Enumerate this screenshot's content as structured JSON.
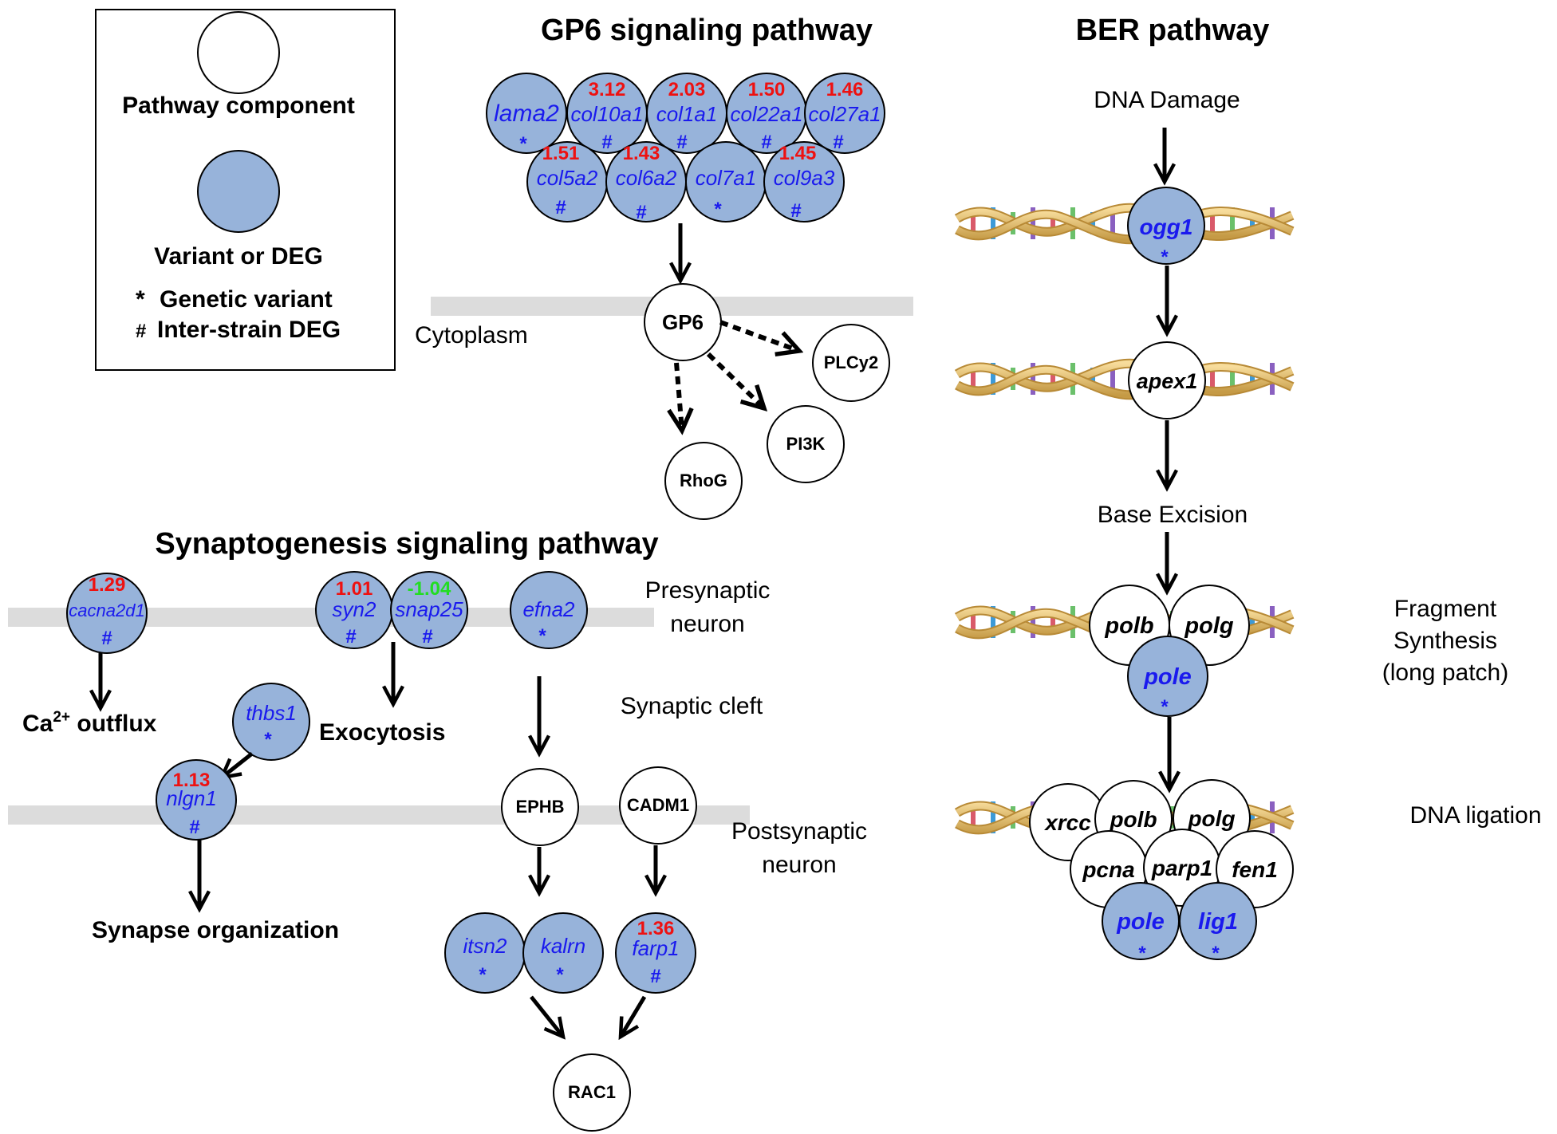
{
  "legend": {
    "pathway_component": "Pathway component",
    "variant_or_deg": "Variant or DEG",
    "genetic_variant_symbol": "*",
    "genetic_variant": "Genetic variant",
    "deg_symbol": "#",
    "inter_strain_deg": "Inter-strain DEG"
  },
  "colors": {
    "variant_fill": "#97b3da",
    "component_fill": "#ffffff",
    "upregulated": "#ee1111",
    "downregulated": "#22dd22",
    "gene_text": "#1a1aee",
    "membrane": "#dcdcdc"
  },
  "gp6": {
    "title": "GP6 signaling pathway",
    "cytoplasm": "Cytoplasm",
    "genes": {
      "lama2": {
        "name": "lama2",
        "mark": "*"
      },
      "col10a1": {
        "name": "col10a1",
        "fc": "3.12",
        "mark": "#"
      },
      "col1a1": {
        "name": "col1a1",
        "fc": "2.03",
        "mark": "#"
      },
      "col22a1": {
        "name": "col22a1",
        "fc": "1.50",
        "mark": "#"
      },
      "col27a1": {
        "name": "col27a1",
        "fc": "1.46",
        "mark": "#"
      },
      "col5a2": {
        "name": "col5a2",
        "fc": "1.51",
        "mark": "#"
      },
      "col6a2": {
        "name": "col6a2",
        "fc": "1.43",
        "mark": "#"
      },
      "col7a1": {
        "name": "col7a1",
        "mark": "*"
      },
      "col9a3": {
        "name": "col9a3",
        "fc": "1.45",
        "mark": "#"
      }
    },
    "gp6": "GP6",
    "plcy2": "PLCy2",
    "pi3k": "PI3K",
    "rhog": "RhoG"
  },
  "ber": {
    "title": "BER pathway",
    "dna_damage": "DNA Damage",
    "base_excision": "Base Excision",
    "fragment_synthesis": [
      "Fragment",
      "Synthesis",
      "(long patch)"
    ],
    "dna_ligation": "DNA ligation",
    "ogg1": {
      "name": "ogg1",
      "mark": "*"
    },
    "apex1": "apex1",
    "synthesis": {
      "polb": "polb",
      "polg": "polg",
      "pole": {
        "name": "pole",
        "mark": "*"
      }
    },
    "ligation": {
      "xrcc": "xrcc",
      "polb": "polb",
      "polg": "polg",
      "pcna": "pcna",
      "parp1": "parp1",
      "fen1": "fen1",
      "pole": {
        "name": "pole",
        "mark": "*"
      },
      "lig1": {
        "name": "lig1",
        "mark": "*"
      }
    }
  },
  "syn": {
    "title": "Synaptogenesis signaling pathway",
    "presynaptic": [
      "Presynaptic",
      "neuron"
    ],
    "cleft": "Synaptic cleft",
    "postsynaptic": [
      "Postsynaptic",
      "neuron"
    ],
    "ca_outflux": {
      "pre": "Ca",
      "sup": "2+",
      "post": " outflux"
    },
    "exocytosis": "Exocytosis",
    "synapse_org": "Synapse organization",
    "genes": {
      "cacna2d1": {
        "name": "cacna2d1",
        "fc": "1.29",
        "mark": "#"
      },
      "syn2": {
        "name": "syn2",
        "fc": "1.01",
        "mark": "#"
      },
      "snap25": {
        "name": "snap25",
        "fc": "-1.04",
        "mark": "#"
      },
      "efna2": {
        "name": "efna2",
        "mark": "*"
      },
      "thbs1": {
        "name": "thbs1",
        "mark": "*"
      },
      "nlgn1": {
        "name": "nlgn1",
        "fc": "1.13",
        "mark": "#"
      },
      "itsn2": {
        "name": "itsn2",
        "mark": "*"
      },
      "kalrn": {
        "name": "kalrn",
        "mark": "*"
      },
      "farp1": {
        "name": "farp1",
        "fc": "1.36",
        "mark": "#"
      }
    },
    "ephb": "EPHB",
    "cadm1": "CADM1",
    "rac1": "RAC1"
  }
}
